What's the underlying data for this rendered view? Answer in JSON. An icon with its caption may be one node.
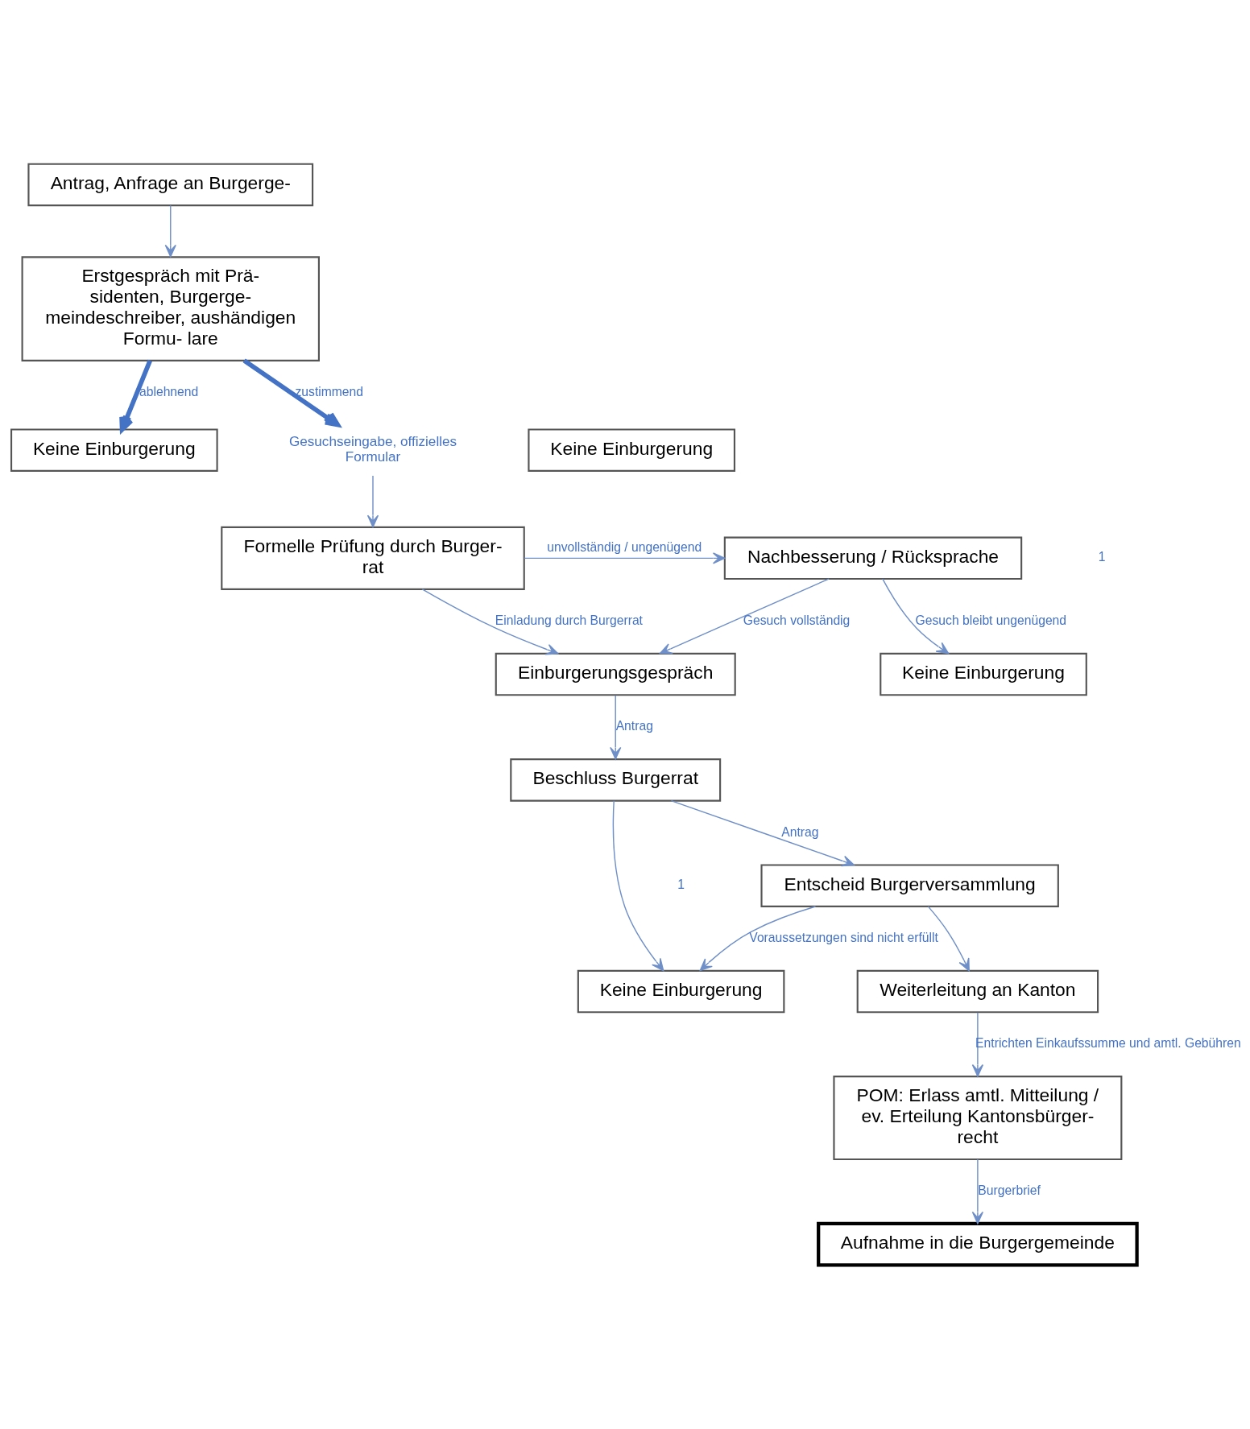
{
  "diagram": {
    "nodes": [
      {
        "text": [
          "Antrag, Anfrage an Burgerge-"
        ]
      },
      {
        "text": [
          "Erstgespräch mit Prä- sidenten, Burgerge- meindeschreiber, aushändigen Formu- lare"
        ]
      },
      {
        "text": [
          "Keine Einburgerung"
        ]
      },
      {
        "text": [
          "Gesuchseingabe, offizielles Formular"
        ]
      },
      {
        "text": [
          "Keine Einburgerung"
        ]
      },
      {
        "text": [
          "Formelle Prüfung durch Burger- rat"
        ]
      },
      {
        "text": [
          "Nachbesserung / Rücksprache"
        ]
      },
      {
        "text": [
          "Keine Einburgerung"
        ]
      },
      {
        "text": [
          "Einburgerungsgespräch"
        ]
      },
      {
        "text": [
          "Beschluss Burgerrat"
        ]
      },
      {
        "text": [
          "Keine Einburgerung"
        ]
      },
      {
        "text": [
          "Entscheid Burgerversammlung"
        ]
      },
      {
        "text": [
          "Weiterleitung an Kanton"
        ]
      },
      {
        "text": [
          "POM: Erlass amtl. Mitteilung / ev. Erteilung Kantonsbürger- recht"
        ]
      },
      {
        "text": [
          "Aufnahme in die Burgergemeinde"
        ]
      }
    ],
    "edges": [
      {
        "from": 0,
        "to": 1,
        "arrow": "to"
      },
      {
        "from": 1,
        "to": 3,
        "arrow": "to",
        "label": "zustimmend",
        "style": "thick"
      },
      {
        "from": 1,
        "to": 2,
        "arrow": "to",
        "label": "ablehnend",
        "style": "thick"
      },
      {
        "from": 3,
        "to": 5,
        "arrow": "to"
      },
      {
        "from": 5,
        "to": 6,
        "arrow": "to",
        "label": "unvollständig / ungenügend"
      },
      {
        "from": 6,
        "to": 7,
        "arrow": "to",
        "label": "Gesuch bleibt ungenügend"
      },
      {
        "from": 6,
        "to": 8,
        "arrow": "to",
        "label": "Gesuch vollständig"
      },
      {
        "from": 5,
        "to": 8,
        "arrow": "to",
        "label": "Einladung durch Burgerrat"
      },
      {
        "from": 8,
        "to": 9,
        "arrow": "to",
        "label": "Antrag"
      },
      {
        "from": 9,
        "to": 10,
        "arrow": "to"
      },
      {
        "from": 9,
        "to": 11,
        "arrow": "to",
        "label": "Antrag"
      },
      {
        "from": 11,
        "to": 10,
        "arrow": "to",
        "label": "Voraussetzungen sind nicht erfüllt"
      },
      {
        "from": 11,
        "to": 12,
        "arrow": "to"
      },
      {
        "from": 12,
        "to": 13,
        "arrow": "to",
        "label": "Entrichten Einkaufssumme und amtl. Gebühren"
      },
      {
        "from": 13,
        "to": 14,
        "arrow": "to",
        "label": "Burgerbrief"
      }
    ],
    "labels": [
      "1",
      "1"
    ]
  }
}
